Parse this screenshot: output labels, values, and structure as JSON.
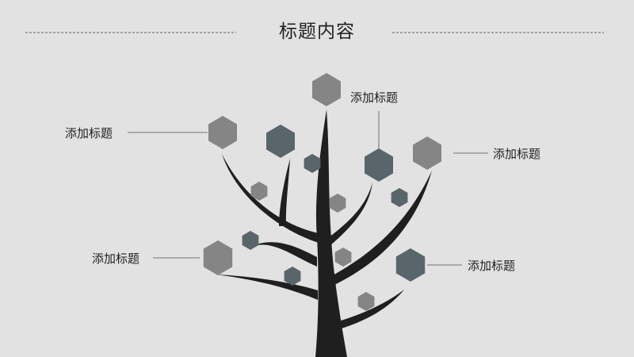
{
  "header": {
    "title": "标题内容"
  },
  "labels": {
    "top_center": "添加标题",
    "left_upper": "添加标题",
    "right_upper": "添加标题",
    "left_lower": "添加标题",
    "right_lower": "添加标题"
  },
  "colors": {
    "background": "#e3e2e2",
    "trunk": "#1f1f1f",
    "hex_gray": "#858585",
    "hex_slate": "#58666b",
    "line": "#8a8a8a"
  }
}
